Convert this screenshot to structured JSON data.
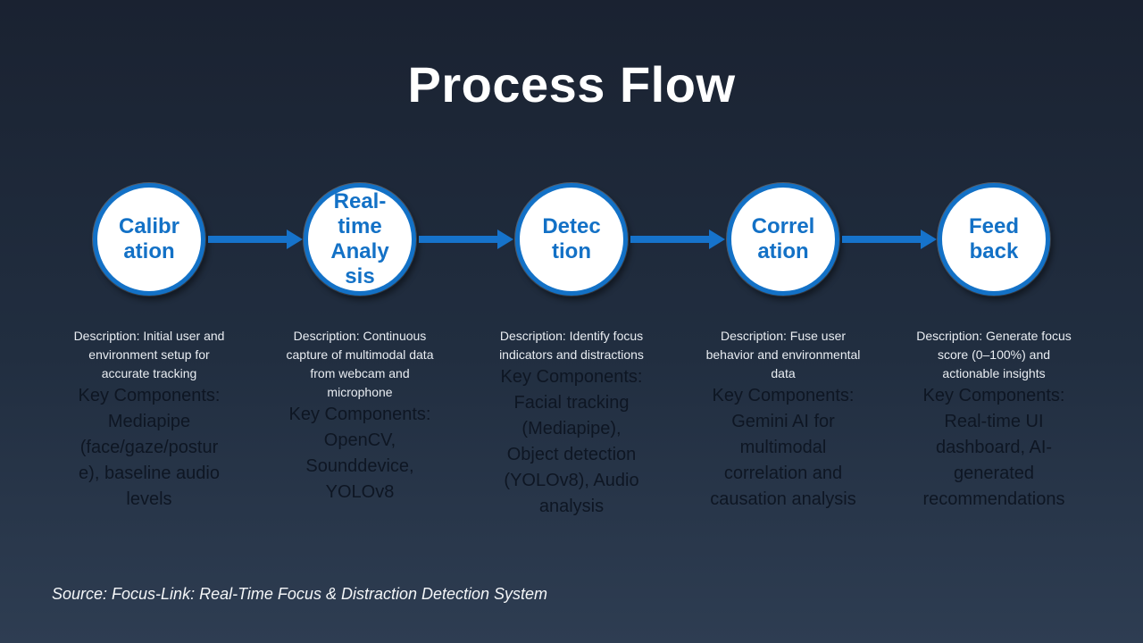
{
  "slide": {
    "title": "Process Flow",
    "source": "Source: Focus-Link: Real-Time Focus & Distraction Detection System"
  },
  "colors": {
    "background_top": "#1a2231",
    "background_bottom": "#2e3d52",
    "accent_blue": "#1371c6",
    "arrow_blue": "#1673cb",
    "circle_fill": "#ffffff",
    "description_text": "#e9edf2",
    "components_text": "#0e1623",
    "title_text": "#ffffff"
  },
  "nodes": [
    {
      "label": "Calibr\nation",
      "description": "Description: Initial user and environment setup for accurate tracking",
      "components": "Key Components: Mediapipe (face/gaze/posture), baseline audio levels"
    },
    {
      "label": "Real-\ntime\nAnaly\nsis",
      "description": "Description: Continuous capture of multimodal data from webcam and microphone",
      "components": "Key Components: OpenCV, Sounddevice, YOLOv8"
    },
    {
      "label": "Detec\ntion",
      "description": "Description: Identify focus indicators and distractions",
      "components": "Key Components: Facial tracking (Mediapipe), Object detection (YOLOv8), Audio analysis"
    },
    {
      "label": "Correl\nation",
      "description": "Description: Fuse user behavior and environmental data",
      "components": "Key Components: Gemini AI for multimodal correlation and causation analysis"
    },
    {
      "label": "Feed\nback",
      "description": "Description: Generate focus score (0–100%) and actionable insights",
      "components": "Key Components: Real-time UI dashboard, AI-generated recommendations"
    }
  ]
}
